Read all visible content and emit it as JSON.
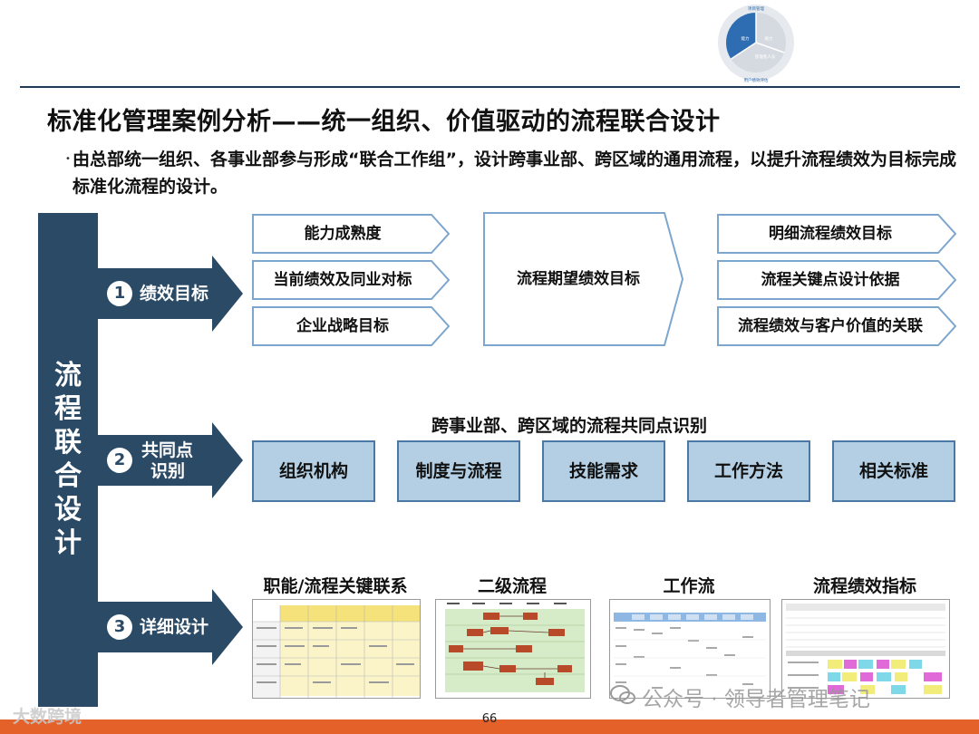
{
  "header": {
    "donut": {
      "segments": [
        {
          "label": "项目管理",
          "color": "#2f6db3"
        },
        {
          "label": "能力",
          "color": "#c9cfd6"
        },
        {
          "label": "管理者人员",
          "color": "#c9cfd6"
        },
        {
          "label": "流程绩效评估",
          "color": "#c9cfd6"
        }
      ],
      "selected": "项目管理",
      "bottom_label": "用户绩效评估",
      "top_label": "项目管理",
      "center_label": "能力",
      "right_label": "能力",
      "lower_label": "管理者人员"
    }
  },
  "title": "标准化管理案例分析——统一组织、价值驱动的流程联合设计",
  "subtitle": {
    "bullet": "•",
    "text": "由总部统一组织、各事业部参与形成“联合工作组”，设计跨事业部、跨区域的通用流程，以提升流程绩效为目标完成标准化流程的设计。"
  },
  "sidebar": {
    "label_chars": [
      "流",
      "程",
      "联",
      "合",
      "设",
      "计"
    ],
    "color": "#2b4a66"
  },
  "steps": [
    {
      "num": "1",
      "label_lines": [
        "绩效目标"
      ]
    },
    {
      "num": "2",
      "label_lines": [
        "共同点",
        "识别"
      ]
    },
    {
      "num": "3",
      "label_lines": [
        "详细设计"
      ]
    }
  ],
  "performance": {
    "inputs": [
      "能力成熟度",
      "当前绩效及同业对标",
      "企业战略目标"
    ],
    "center": "流程期望绩效目标",
    "outputs": [
      "明细流程绩效目标",
      "流程关键点设计依据",
      "流程绩效与客户价值的关联"
    ]
  },
  "common_points": {
    "title": "跨事业部、跨区域的流程共同点识别",
    "items": [
      "组织机构",
      "制度与流程",
      "技能需求",
      "工作方法",
      "相关标准"
    ],
    "box_color": "#b4cfe3",
    "border_color": "#4a78a6"
  },
  "detail_design": {
    "thumbnails": [
      {
        "title": "职能/流程关键联系"
      },
      {
        "title": "二级流程"
      },
      {
        "title": "工作流"
      },
      {
        "title": "流程绩效指标"
      }
    ]
  },
  "footer": {
    "page_number": "66",
    "bar_color": "#e4622a",
    "watermark_left": "大数跨境",
    "watermark_right": "公众号 · 领导者管理笔记"
  }
}
